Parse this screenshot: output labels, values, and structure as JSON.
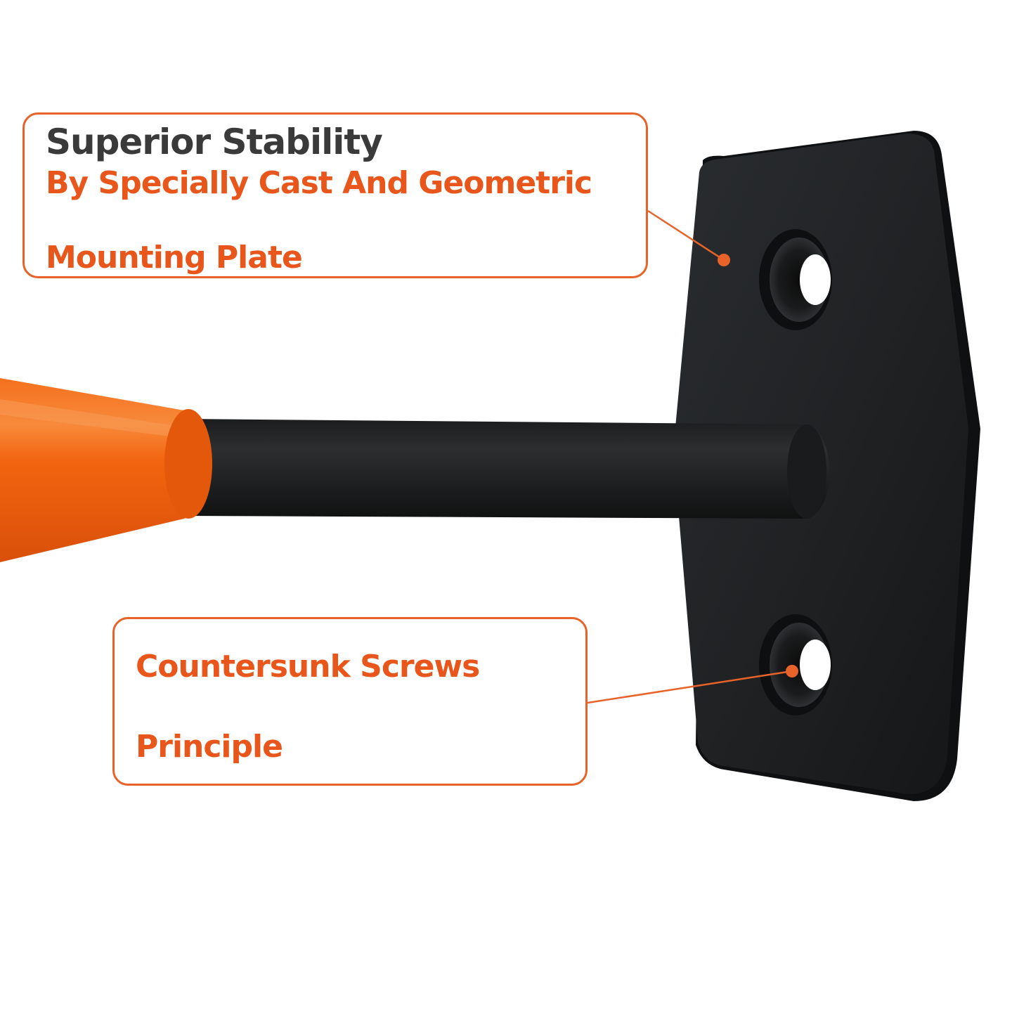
{
  "colors": {
    "accent_orange": "#e8632a",
    "bar_orange": "#f0620f",
    "plate_black": "#1f2123",
    "title_gray": "#3a3a3a"
  },
  "callout_top": {
    "title": "Superior Stability",
    "line1": "By  Specially Cast And Geometric",
    "line2": "Mounting  Plate"
  },
  "callout_bottom": {
    "line1": "Countersunk Screws",
    "line2": "Principle"
  }
}
